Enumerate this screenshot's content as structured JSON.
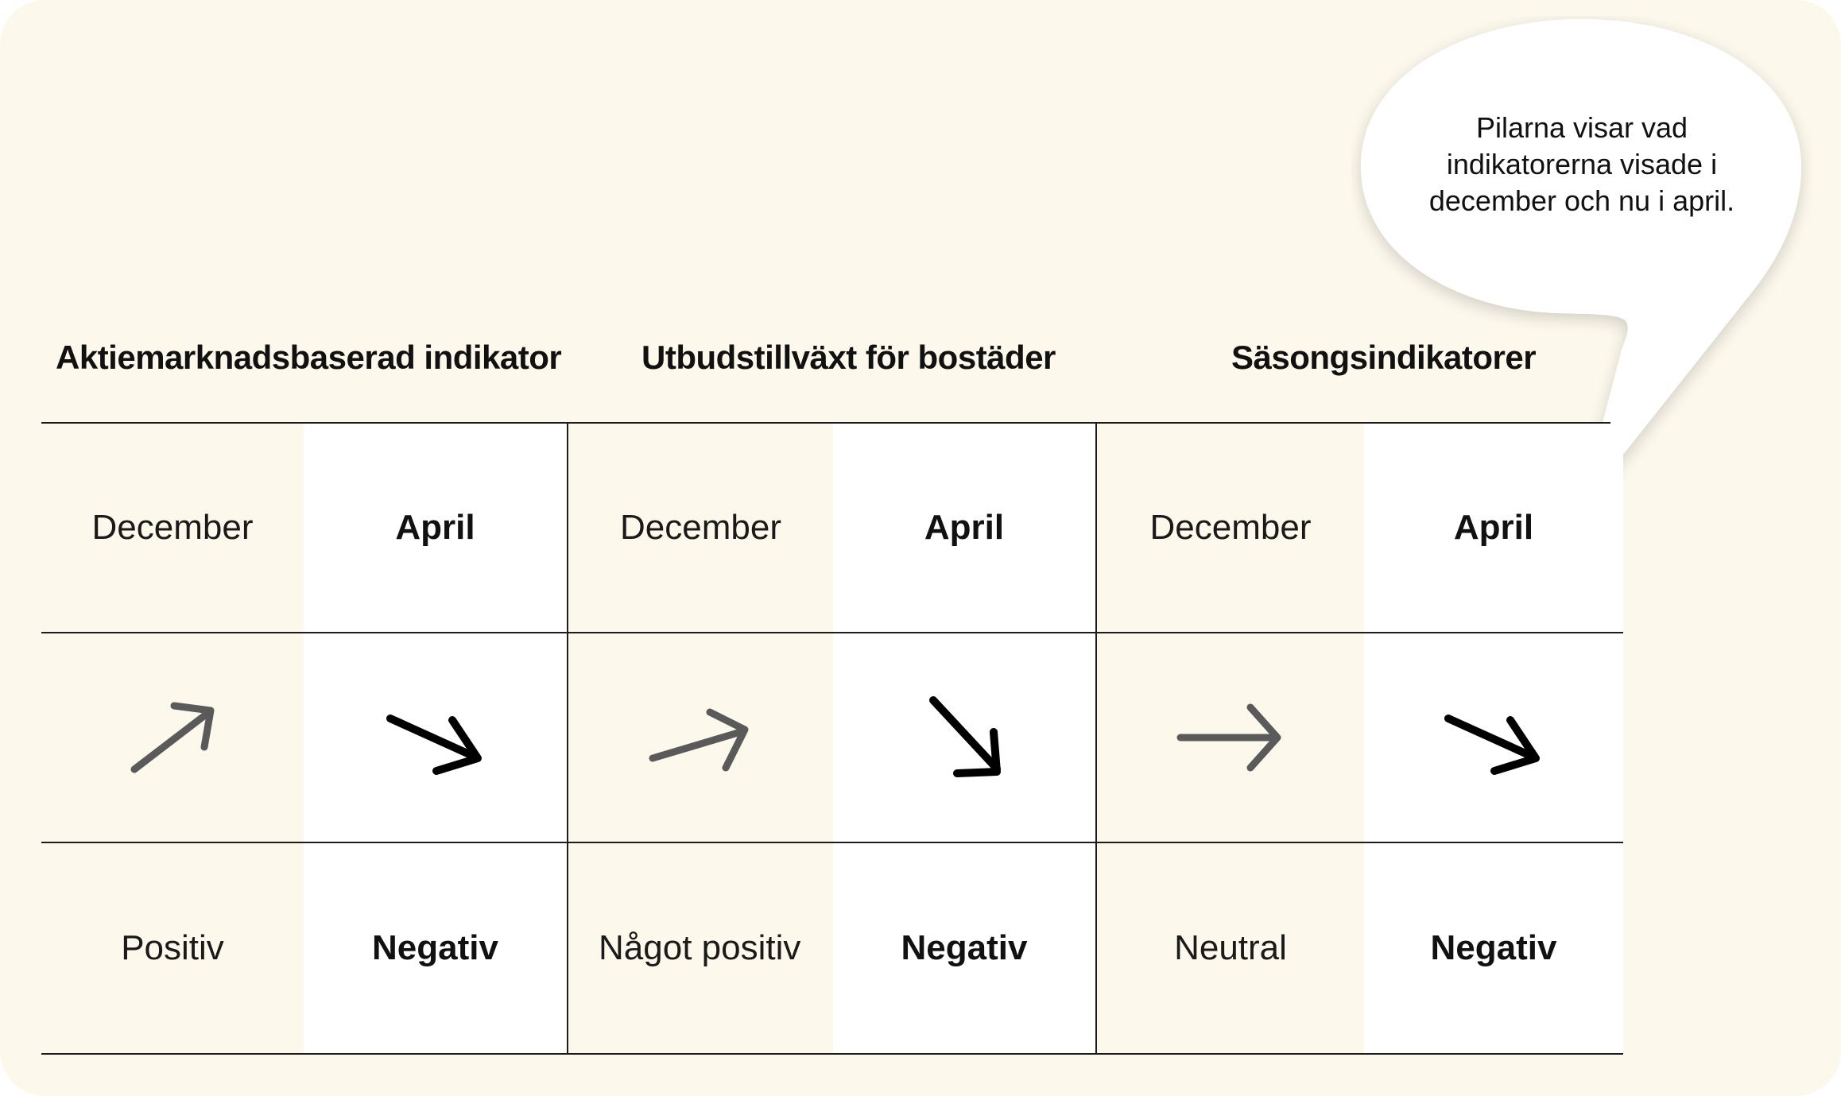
{
  "columns": [
    {
      "title": "Aktiemarknadsbaserad indikator",
      "december_label": "December",
      "april_label": "April",
      "december_value": "Positiv",
      "april_value": "Negativ",
      "december_arrow": "arrow-up-right-icon",
      "april_arrow": "arrow-down-right-icon"
    },
    {
      "title": "Utbudstillväxt för bostäder",
      "december_label": "December",
      "april_label": "April",
      "december_value": "Något positiv",
      "april_value": "Negativ",
      "december_arrow": "arrow-slight-up-right-icon",
      "april_arrow": "arrow-down-right-steep-icon"
    },
    {
      "title": "Säsongsindikatorer",
      "december_label": "December",
      "april_label": "April",
      "december_value": "Neutral",
      "april_value": "Negativ",
      "december_arrow": "arrow-right-icon",
      "april_arrow": "arrow-down-right-icon"
    }
  ],
  "bubble": {
    "lines": [
      "Pilarna visar vad",
      "indikatorerna visade i",
      "december och nu i april."
    ]
  },
  "colors": {
    "background": "#fdf8ec",
    "april_cell": "#ffffff",
    "december_arrow": "#5a5a5a",
    "april_arrow": "#000000",
    "grid": "#1c1c1c"
  }
}
